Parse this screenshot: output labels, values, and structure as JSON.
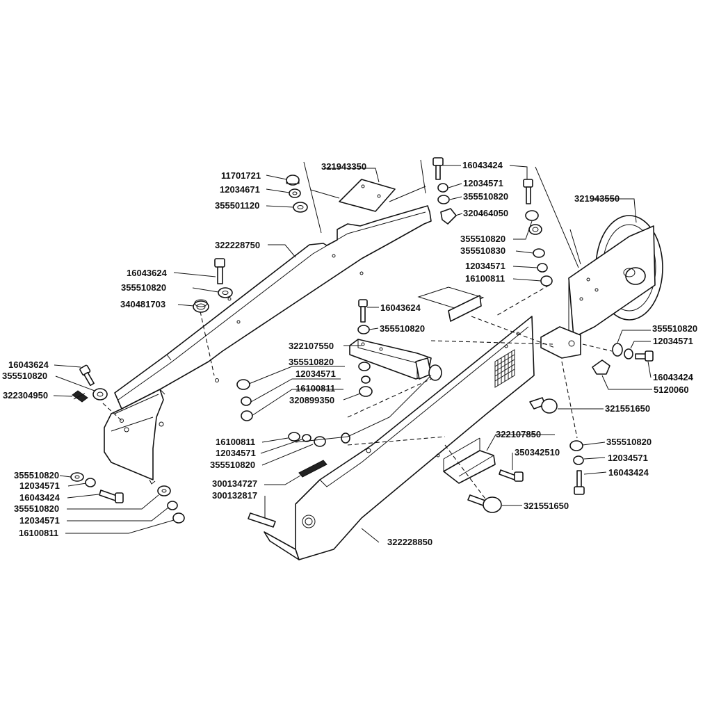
{
  "figure": {
    "type": "exploded-parts-diagram",
    "callouts": [
      {
        "id": "c1",
        "label": "11701721"
      },
      {
        "id": "c2",
        "label": "12034671"
      },
      {
        "id": "c3",
        "label": "355501120"
      },
      {
        "id": "c4",
        "label": "321943350"
      },
      {
        "id": "c5",
        "label": "322228750"
      },
      {
        "id": "c6",
        "label": "16043624"
      },
      {
        "id": "c7",
        "label": "355510820"
      },
      {
        "id": "c8",
        "label": "340481703"
      },
      {
        "id": "c9",
        "label": "16043624"
      },
      {
        "id": "c10",
        "label": "355510820"
      },
      {
        "id": "c11",
        "label": "322304950"
      },
      {
        "id": "c12",
        "label": "16043424"
      },
      {
        "id": "c13",
        "label": "12034571"
      },
      {
        "id": "c14",
        "label": "355510820"
      },
      {
        "id": "c15",
        "label": "320464050"
      },
      {
        "id": "c16",
        "label": "355510820"
      },
      {
        "id": "c17",
        "label": "355510830"
      },
      {
        "id": "c18",
        "label": "12034571"
      },
      {
        "id": "c19",
        "label": "16100811"
      },
      {
        "id": "c20",
        "label": "321943550"
      },
      {
        "id": "c21",
        "label": "16043624"
      },
      {
        "id": "c22",
        "label": "355510820"
      },
      {
        "id": "c23",
        "label": "322107550"
      },
      {
        "id": "c24",
        "label": "355510820"
      },
      {
        "id": "c25",
        "label": "12034571"
      },
      {
        "id": "c26",
        "label": "16100811"
      },
      {
        "id": "c27",
        "label": "320899350"
      },
      {
        "id": "c28",
        "label": "355510820"
      },
      {
        "id": "c29",
        "label": "12034571"
      },
      {
        "id": "c30",
        "label": "16043424"
      },
      {
        "id": "c31",
        "label": "5120060"
      },
      {
        "id": "c32",
        "label": "321551650"
      },
      {
        "id": "c33",
        "label": "16100811"
      },
      {
        "id": "c34",
        "label": "12034571"
      },
      {
        "id": "c35",
        "label": "355510820"
      },
      {
        "id": "c36",
        "label": "322107850"
      },
      {
        "id": "c37",
        "label": "350342510"
      },
      {
        "id": "c38",
        "label": "355510820"
      },
      {
        "id": "c39",
        "label": "12034571"
      },
      {
        "id": "c40",
        "label": "16043424"
      },
      {
        "id": "c41",
        "label": "300134727"
      },
      {
        "id": "c42",
        "label": "300132817"
      },
      {
        "id": "c43",
        "label": "321551650"
      },
      {
        "id": "c44",
        "label": "322228850"
      },
      {
        "id": "c45",
        "label": "355510820"
      },
      {
        "id": "c46",
        "label": "12034571"
      },
      {
        "id": "c47",
        "label": "16043424"
      },
      {
        "id": "c48",
        "label": "355510820"
      },
      {
        "id": "c49",
        "label": "12034571"
      },
      {
        "id": "c50",
        "label": "16100811"
      }
    ]
  }
}
